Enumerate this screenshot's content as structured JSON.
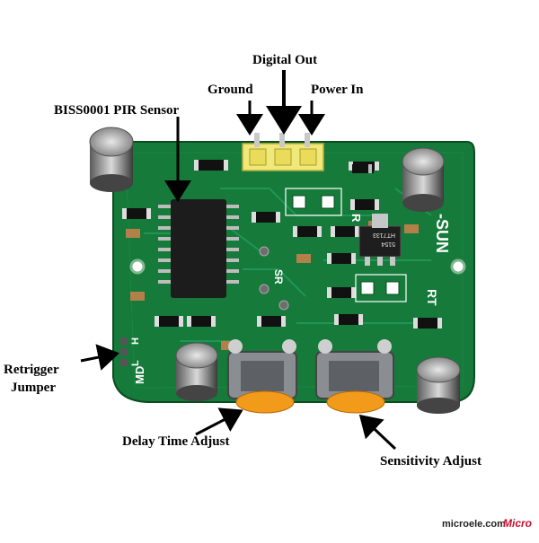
{
  "labels": {
    "digital_out": "Digital Out",
    "ground": "Ground",
    "power_in": "Power In",
    "pir_sensor": "BISS0001 PIR Sensor",
    "retrigger": "Retrigger",
    "jumper": "Jumper",
    "delay_adjust": "Delay Time Adjust",
    "sensitivity_adjust": "Sensitivity Adjust"
  },
  "board_silkscreen": {
    "brand": "-SUN",
    "r_marker": "R",
    "rt_marker": "RT",
    "sr_marker": "SR",
    "md_marker": "MD",
    "h_marker": "H",
    "l_marker": "L",
    "ic_code": "HT7133",
    "ic_sub": "5154"
  },
  "watermark": {
    "site": "microele.com",
    "logo": "Micro"
  },
  "colors": {
    "board_green": "#157a3a",
    "board_dark": "#0d5a27",
    "pin_header": "#f1e87a",
    "pot_orange": "#f29a1a",
    "pot_body": "#8a8d92"
  }
}
